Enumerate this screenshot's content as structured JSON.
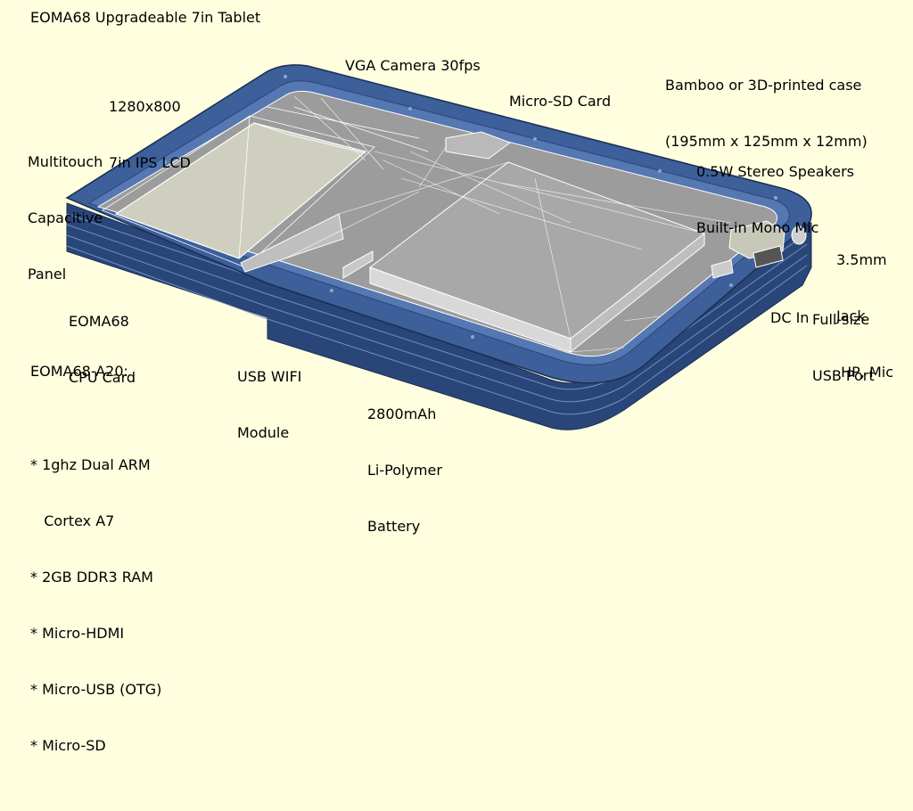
{
  "title": "EOMA68 Upgradeable 7in Tablet",
  "labels": {
    "lcd": [
      "1280x800",
      "7in IPS LCD"
    ],
    "camera": "VGA Camera 30fps",
    "case": [
      "Bamboo or 3D-printed case",
      "(195mm x 125mm x 12mm)"
    ],
    "microsd_card": "Micro-SD Card",
    "touch": [
      "Multitouch",
      "Capacitive",
      "Panel"
    ],
    "speakers": [
      "0.5W Stereo Speakers",
      "Built-in Mono Mic"
    ],
    "jack": [
      "3.5mm",
      "Jack",
      " HP, Mic"
    ],
    "usb_port": [
      "Full-size",
      "USB Port"
    ],
    "dc_in": "DC In",
    "cpu_card": [
      "EOMA68",
      "CPU Card"
    ],
    "wifi": [
      "USB WIFI",
      "Module"
    ],
    "battery": [
      "2800mAh",
      "Li-Polymer",
      "Battery"
    ]
  },
  "spec": {
    "heading": "EOMA68-A20:",
    "items": [
      "* 1ghz Dual ARM",
      "   Cortex A7",
      "* 2GB DDR3 RAM",
      "* Micro-HDMI",
      "* Micro-USB (OTG)",
      "* Micro-SD"
    ]
  },
  "colors": {
    "background": "#ffffe0",
    "case_blue": "#3d5f9a",
    "case_dark": "#2a4678",
    "interior": "#9c9c9c",
    "lcd_panel": "#cfcfbf",
    "battery": "#a8a8a8",
    "wireframe": "#ffffff"
  }
}
